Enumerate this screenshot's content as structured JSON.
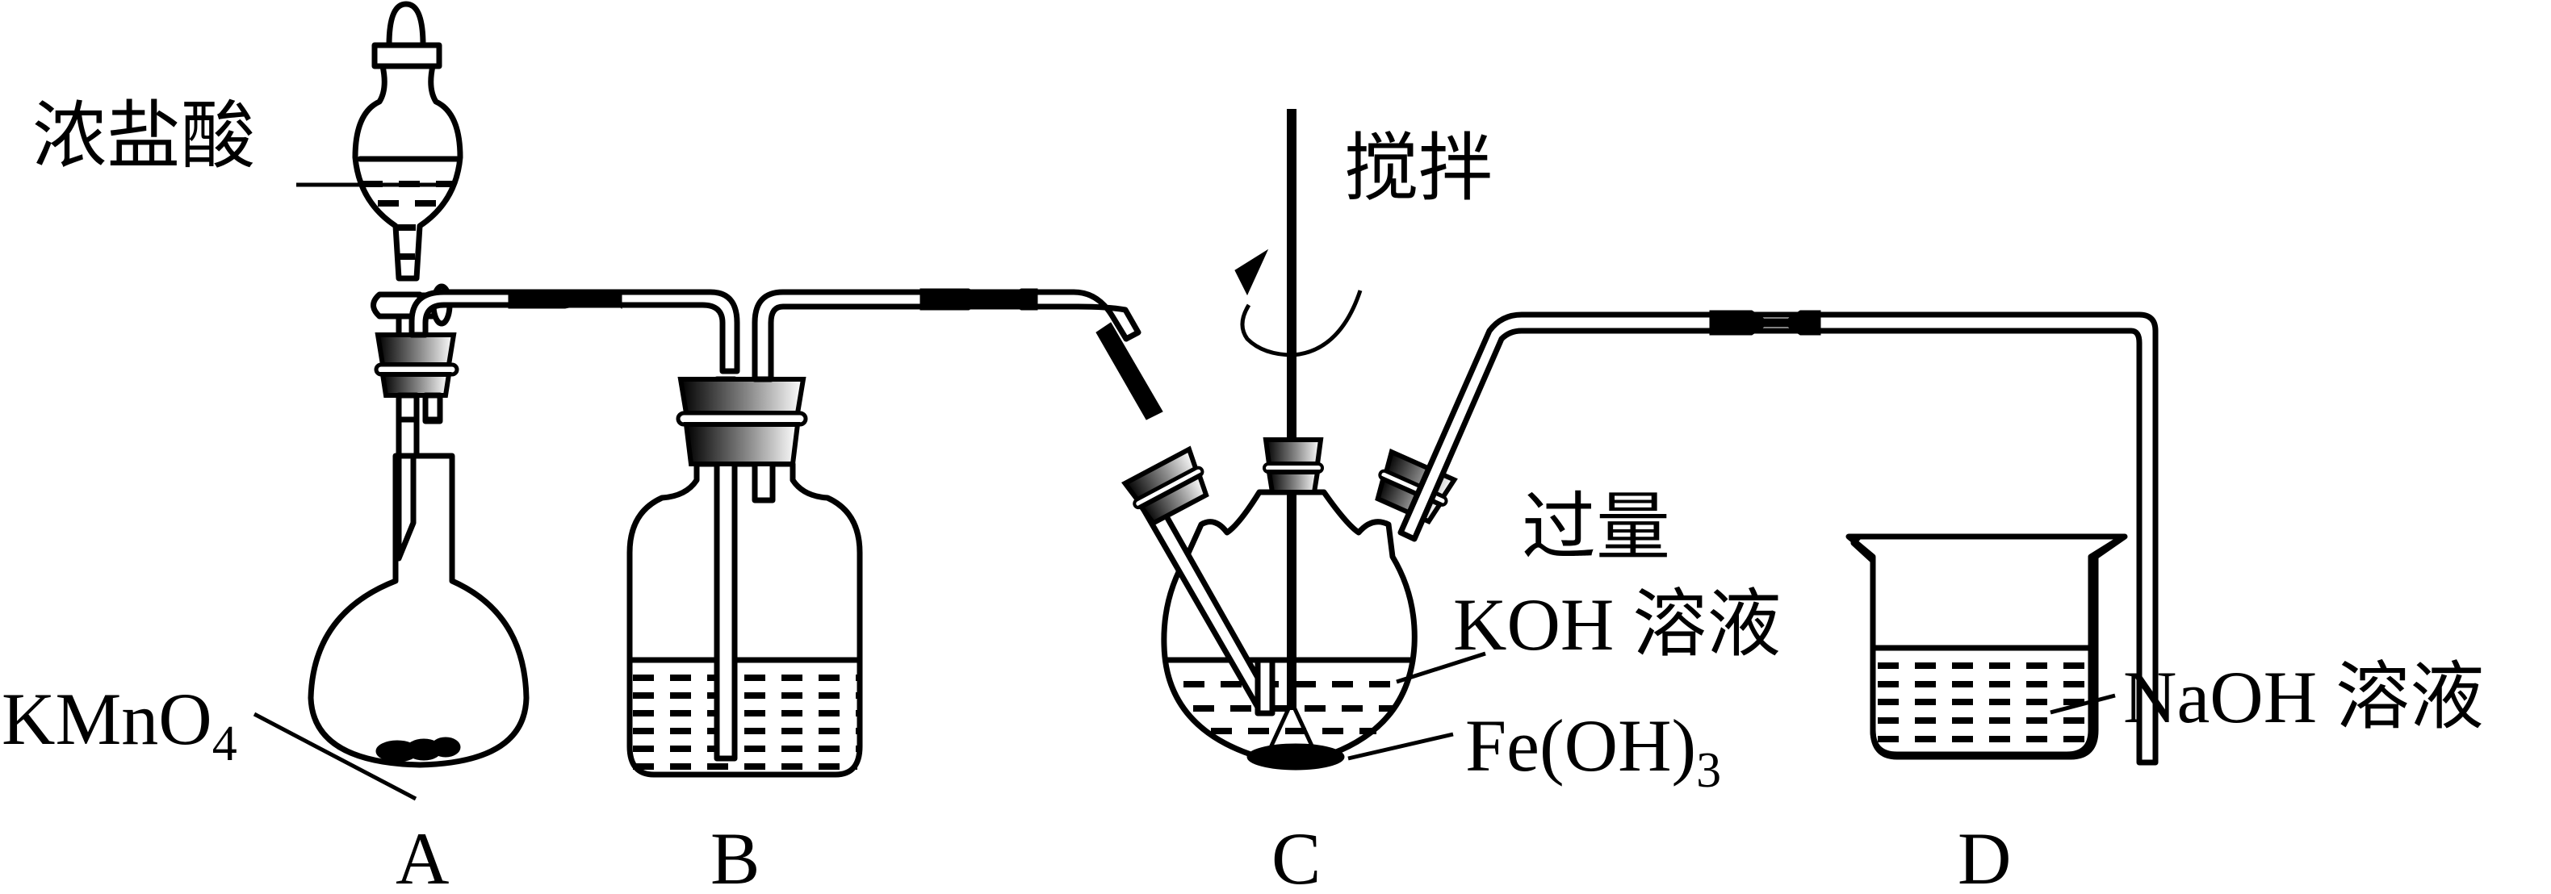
{
  "diagram": {
    "title": "Apparatus for preparing K2FeO4 with chlorine gas",
    "apparatus": [
      {
        "id": "A",
        "label": "A",
        "description": "round-bottom flask with separatory funnel",
        "reagent_funnel": "浓盐酸",
        "reagent_flask": {
          "formula": "KMnO",
          "subscript": "4"
        }
      },
      {
        "id": "B",
        "label": "B",
        "description": "gas washing bottle"
      },
      {
        "id": "C",
        "label": "C",
        "description": "three-neck flask with stirrer",
        "stir_label": "搅拌",
        "reagent_line1": "过量",
        "reagent_line2": "KOH 溶液",
        "precipitate": {
          "formula": "Fe(OH)",
          "subscript": "3"
        }
      },
      {
        "id": "D",
        "label": "D",
        "description": "beaker absorber",
        "reagent": "NaOH 溶液"
      }
    ]
  }
}
